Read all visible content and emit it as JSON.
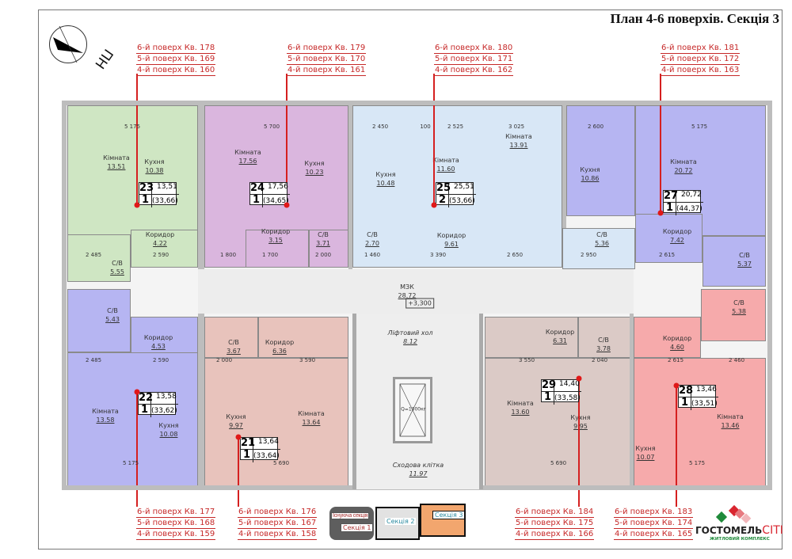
{
  "title": "План 4-6 поверхів. Секція 3",
  "compass_label": "ПН",
  "apartments": [
    {
      "number": "23",
      "rooms_count": "1",
      "living_area": "13,51",
      "total_area": "(33,66)",
      "color": "#cfe6c3",
      "floors": [
        "6-й поверх Кв. 178",
        "5-й поверх Кв. 169",
        "4-й поверх Кв. 160"
      ],
      "rooms": [
        {
          "name": "Кімната",
          "area": "13.51"
        },
        {
          "name": "Кухня",
          "area": "10.38"
        },
        {
          "name": "Коридор",
          "area": "4.22"
        },
        {
          "name": "С/В",
          "area": "5.55"
        }
      ]
    },
    {
      "number": "24",
      "rooms_count": "1",
      "living_area": "17,56",
      "total_area": "(34,65)",
      "color": "#dab6de",
      "floors": [
        "6-й поверх Кв. 179",
        "5-й поверх Кв. 170",
        "4-й поверх Кв. 161"
      ],
      "rooms": [
        {
          "name": "Кімната",
          "area": "17.56"
        },
        {
          "name": "Кухня",
          "area": "10.23"
        },
        {
          "name": "Коридор",
          "area": "3.15"
        },
        {
          "name": "С/В",
          "area": "3.71"
        }
      ]
    },
    {
      "number": "25",
      "rooms_count": "2",
      "living_area": "25,51",
      "total_area": "(53,66)",
      "color": "#d8e7f6",
      "floors": [
        "6-й поверх Кв. 180",
        "5-й поверх Кв. 171",
        "4-й поверх Кв. 162"
      ],
      "rooms": [
        {
          "name": "Кухня",
          "area": "10.48"
        },
        {
          "name": "Кімната",
          "area": "11.60"
        },
        {
          "name": "Кімната",
          "area": "13.91"
        },
        {
          "name": "С/В",
          "area": "2.70"
        },
        {
          "name": "Коридор",
          "area": "9.61"
        },
        {
          "name": "С/В",
          "area": "5.36"
        }
      ]
    },
    {
      "number": "27",
      "rooms_count": "1",
      "living_area": "20,72",
      "total_area": "(44,37)",
      "color": "#b6b5f2",
      "floors": [
        "6-й поверх Кв. 181",
        "5-й поверх Кв. 172",
        "4-й поверх Кв. 163"
      ],
      "rooms": [
        {
          "name": "Кухня",
          "area": "10.86"
        },
        {
          "name": "Кімната",
          "area": "20.72"
        },
        {
          "name": "Коридор",
          "area": "7.42"
        },
        {
          "name": "С/В",
          "area": "5.37"
        }
      ]
    },
    {
      "number": "22",
      "rooms_count": "1",
      "living_area": "13,58",
      "total_area": "(33,62)",
      "color": "#b6b5f2",
      "floors": [
        "6-й поверх Кв. 177",
        "5-й поверх Кв. 168",
        "4-й поверх Кв. 159"
      ],
      "rooms": [
        {
          "name": "С/В",
          "area": "5.43"
        },
        {
          "name": "Коридор",
          "area": "4.53"
        },
        {
          "name": "Кімната",
          "area": "13.58"
        },
        {
          "name": "Кухня",
          "area": "10.08"
        }
      ]
    },
    {
      "number": "21",
      "rooms_count": "1",
      "living_area": "13,64",
      "total_area": "(33,64)",
      "color": "#e8c3bc",
      "floors": [
        "6-й поверх Кв. 176",
        "5-й поверх Кв. 167",
        "4-й поверх Кв. 158"
      ],
      "rooms": [
        {
          "name": "С/В",
          "area": "3.67"
        },
        {
          "name": "Коридор",
          "area": "6.36"
        },
        {
          "name": "Кухня",
          "area": "9.97"
        },
        {
          "name": "Кімната",
          "area": "13.64"
        }
      ]
    },
    {
      "number": "29",
      "rooms_count": "1",
      "living_area": "14,40",
      "total_area": "(33,58)",
      "color": "#dbcac6",
      "floors": [
        "6-й поверх Кв. 184",
        "5-й поверх Кв. 175",
        "4-й поверх Кв. 166"
      ],
      "rooms": [
        {
          "name": "Коридор",
          "area": "6.31"
        },
        {
          "name": "С/В",
          "area": "3.78"
        },
        {
          "name": "Кімната",
          "area": "13.60"
        },
        {
          "name": "Кухня",
          "area": "9.95"
        }
      ]
    },
    {
      "number": "28",
      "rooms_count": "1",
      "living_area": "13,46",
      "total_area": "(33,51)",
      "color": "#f6aaab",
      "floors": [
        "6-й поверх Кв. 183",
        "5-й поверх Кв. 174",
        "4-й поверх Кв. 165"
      ],
      "rooms": [
        {
          "name": "С/В",
          "area": "5.38"
        },
        {
          "name": "Коридор",
          "area": "4.60"
        },
        {
          "name": "Кімната",
          "area": "13.46"
        },
        {
          "name": "Кухня",
          "area": "10.07"
        }
      ]
    }
  ],
  "common": {
    "mzk": {
      "name": "МЗК",
      "area": "28.72"
    },
    "level": "+3,300",
    "lift_hall": {
      "name": "Ліфтовий хол",
      "area": "8.12"
    },
    "stairs": {
      "name": "Сходова клітка",
      "area": "11.97"
    },
    "lift_capacity": "Q=1000кг"
  },
  "dimensions": [
    "5 175",
    "5 700",
    "2 450",
    "100",
    "2 525",
    "3 025",
    "2 600",
    "5 175",
    "2 485",
    "2 590",
    "1 800",
    "1 700",
    "2 000",
    "1 460",
    "3 390",
    "2 650",
    "2 950",
    "2 615",
    "2 485",
    "2 590",
    "2 000",
    "3 590",
    "3 550",
    "2 040",
    "2 615",
    "2 460",
    "5 175",
    "5 690",
    "5 690",
    "5 175"
  ],
  "legend": {
    "existing": "Існуюча секція",
    "section1": "Секція 1",
    "section2": "Секція 2",
    "section3": "Секція 3"
  },
  "logo": {
    "name_main": "ГОСТОМЕЛЬ",
    "name_accent": "CITI",
    "subtitle": "ЖИТЛОВИЙ КОМПЛЕКС"
  },
  "colors": {
    "leader": "#d52020",
    "section3": "#f2a66e",
    "section2": "#e2e2e2",
    "existing": "#5e5e5e"
  }
}
